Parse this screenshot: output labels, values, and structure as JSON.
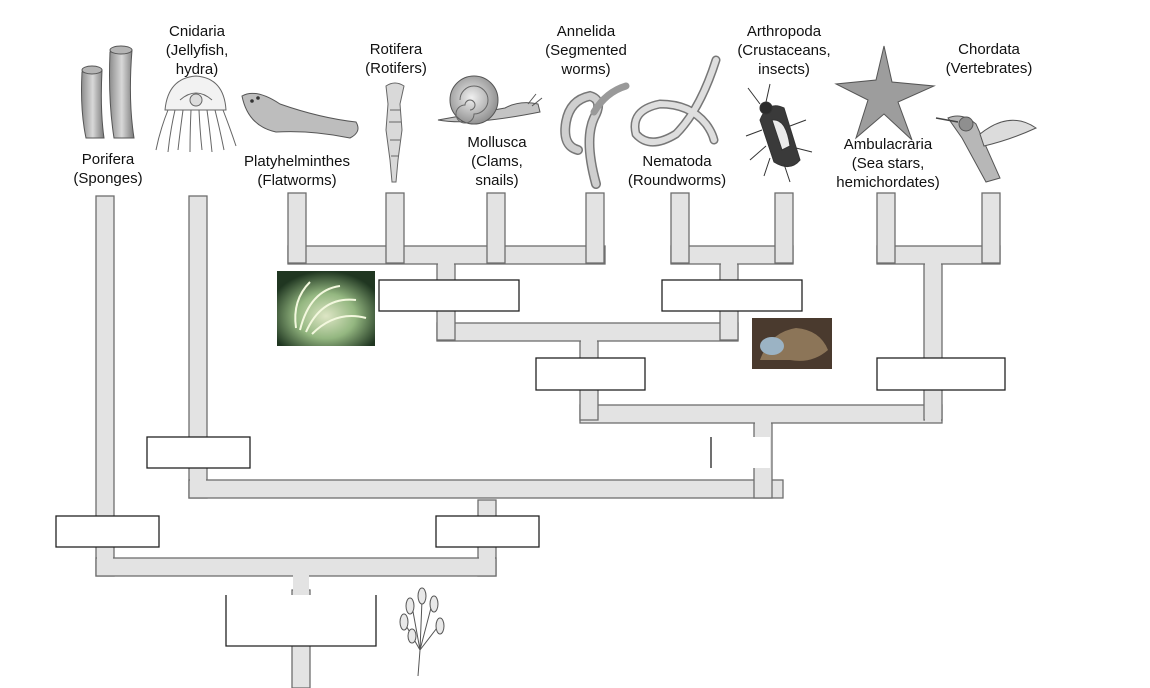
{
  "taxa": [
    {
      "id": "porifera",
      "name": "Porifera",
      "common": "(Sponges)"
    },
    {
      "id": "cnidaria",
      "name": "Cnidaria",
      "common": "(Jellyfish,",
      "common2": "hydra)"
    },
    {
      "id": "platyhelminthes",
      "name": "Platyhelminthes",
      "common": "(Flatworms)"
    },
    {
      "id": "rotifera",
      "name": "Rotifera",
      "common": "(Rotifers)"
    },
    {
      "id": "mollusca",
      "name": "Mollusca",
      "common": "(Clams,",
      "common2": "snails)"
    },
    {
      "id": "annelida",
      "name": "Annelida",
      "common": "(Segmented",
      "common2": "worms)"
    },
    {
      "id": "nematoda",
      "name": "Nematoda",
      "common": "(Roundworms)"
    },
    {
      "id": "arthropoda",
      "name": "Arthropoda",
      "common": "(Crustaceans,",
      "common2": "insects)"
    },
    {
      "id": "ambulacraria",
      "name": "Ambulacraria",
      "common": "(Sea stars,",
      "common2": "hemichordates)"
    },
    {
      "id": "chordata",
      "name": "Chordata",
      "common": "(Vertebrates)"
    }
  ],
  "colors": {
    "branch_fill": "#e3e3e3",
    "branch_stroke": "#6e6e6e",
    "box_border": "#222222",
    "fanworm_photo": "#2f4a2a",
    "ecdysis_photo": "#4a3a2e"
  },
  "icons": [
    "sponge-icon",
    "jellyfish-icon",
    "flatworm-icon",
    "rotifer-icon",
    "snail-icon",
    "segmented-worm-icon",
    "roundworm-icon",
    "insect-icon",
    "sea-star-icon",
    "hummingbird-icon",
    "choanoflagellate-icon",
    "fanworm-photo",
    "molting-photo"
  ]
}
